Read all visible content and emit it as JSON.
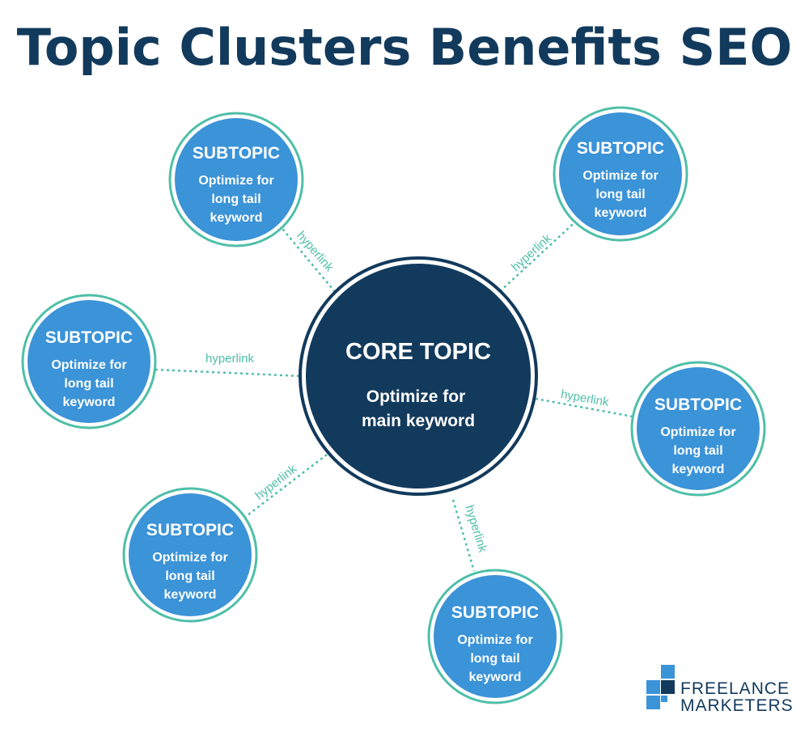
{
  "title": "Topic Clusters Benefits SEO",
  "core": {
    "title": "CORE TOPIC",
    "line1": "Optimize for",
    "line2": "main keyword"
  },
  "subtopics": [
    {
      "title": "SUBTOPIC",
      "line1": "Optimize for",
      "line2": "long tail",
      "line3": "keyword"
    },
    {
      "title": "SUBTOPIC",
      "line1": "Optimize for",
      "line2": "long tail",
      "line3": "keyword"
    },
    {
      "title": "SUBTOPIC",
      "line1": "Optimize for",
      "line2": "long tail",
      "line3": "keyword"
    },
    {
      "title": "SUBTOPIC",
      "line1": "Optimize for",
      "line2": "long tail",
      "line3": "keyword"
    },
    {
      "title": "SUBTOPIC",
      "line1": "Optimize for",
      "line2": "long tail",
      "line3": "keyword"
    },
    {
      "title": "SUBTOPIC",
      "line1": "Optimize for",
      "line2": "long tail",
      "line3": "keyword"
    }
  ],
  "links": [
    "hyperlink",
    "hyperlink",
    "hyperlink",
    "hyperlink",
    "hyperlink",
    "hyperlink"
  ],
  "logo": {
    "line1": "FREELANCE",
    "line2": "MARKETERS"
  },
  "colors": {
    "navy": "#123a5c",
    "blue": "#3b93d8",
    "teal": "#4fbfa8"
  }
}
